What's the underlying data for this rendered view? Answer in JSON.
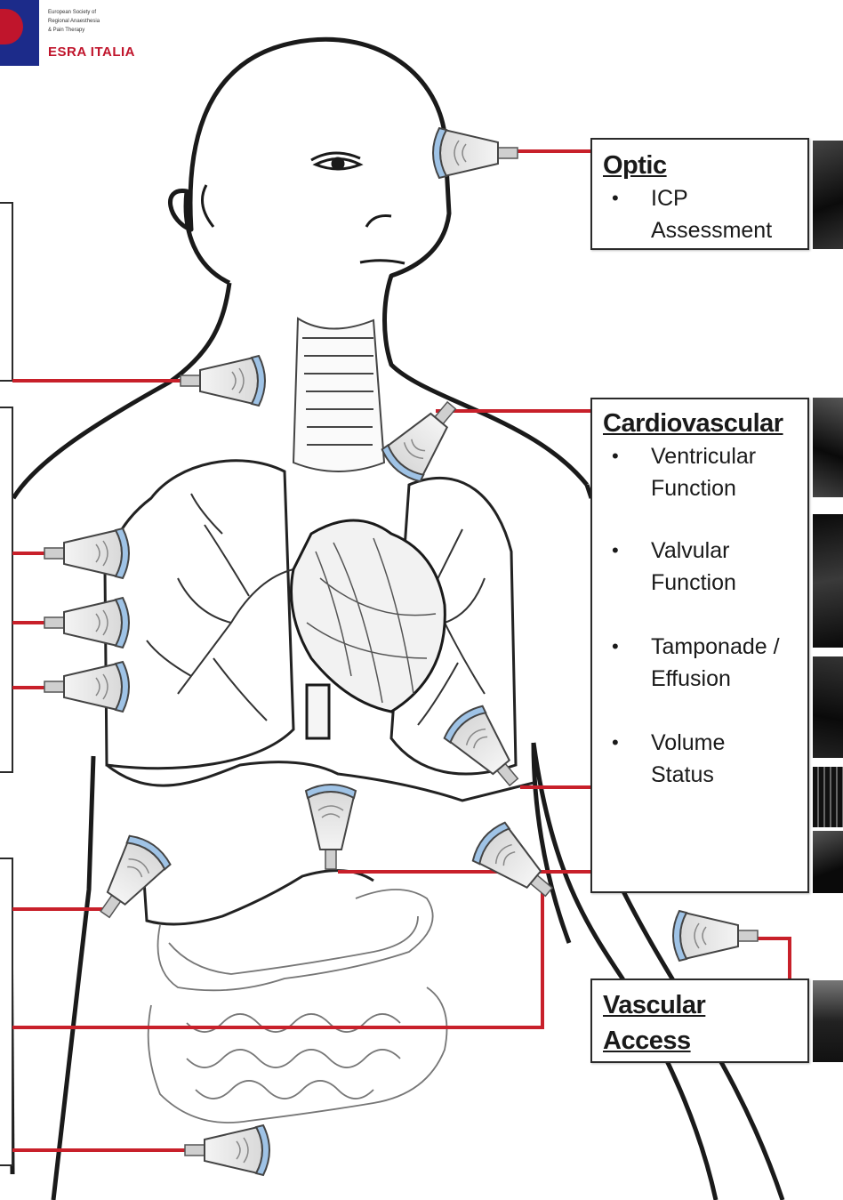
{
  "logo": {
    "lines": [
      "European Society of",
      "Regional Anaesthesia",
      "& Pain Therapy"
    ],
    "brand": "ESRA ITALIA"
  },
  "labels": {
    "optic": {
      "title": "Optic",
      "items": [
        "ICP Assessment"
      ]
    },
    "cardiovascular": {
      "title": "Cardiovascular",
      "items": [
        "Ventricular Function",
        "Valvular Function",
        "Tamponade / Effusion",
        "Volume Status"
      ]
    },
    "vascular": {
      "title": "Vascular Access"
    }
  },
  "colors": {
    "leader": "#c8202a",
    "outline": "#1a1a1a",
    "probe_cap": "#9fc3e6"
  }
}
